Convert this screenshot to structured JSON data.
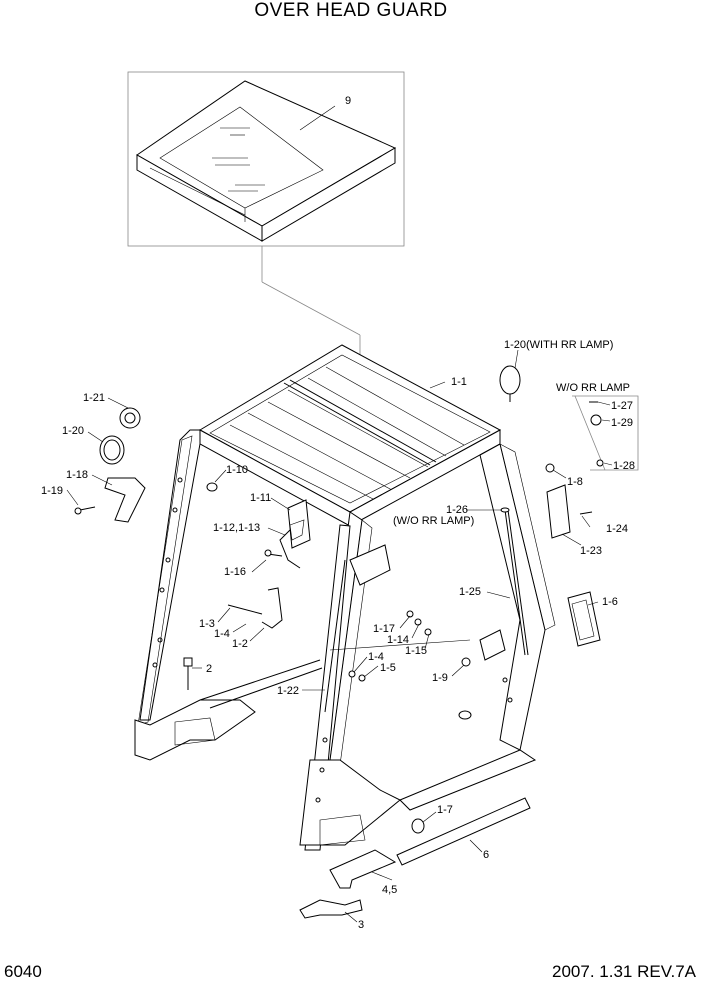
{
  "title": "OVER HEAD GUARD",
  "page_number": "6040",
  "revision": "2007. 1.31 REV.7A",
  "labels": {
    "p9": "9",
    "p1_1": "1-1",
    "p1_20": "1-20(WITH RR LAMP)",
    "wo_rr_lamp": "W/O RR LAMP",
    "p1_27": "1-27",
    "p1_29": "1-29",
    "p1_28": "1-28",
    "p1_8": "1-8",
    "p1_21": "1-21",
    "p1_20b": "1-20",
    "p1_18": "1-18",
    "p1_19": "1-19",
    "p1_10": "1-10",
    "p1_11": "1-11",
    "p1_12_13": "1-12,1-13",
    "p1_16": "1-16",
    "p1_26": "1-26",
    "wo_rr_lamp_paren": "(W/O RR LAMP)",
    "p1_24": "1-24",
    "p1_23": "1-23",
    "p1_25": "1-25",
    "p1_6": "1-6",
    "p1_3": "1-3",
    "p1_4a": "1-4",
    "p1_2": "1-2",
    "p1_17": "1-17",
    "p1_14": "1-14",
    "p1_15": "1-15",
    "p2": "2",
    "p1_4b": "1-4",
    "p1_5": "1-5",
    "p1_9": "1-9",
    "p1_22": "1-22",
    "p1_7": "1-7",
    "p6": "6",
    "p4_5": "4,5",
    "p3": "3"
  }
}
